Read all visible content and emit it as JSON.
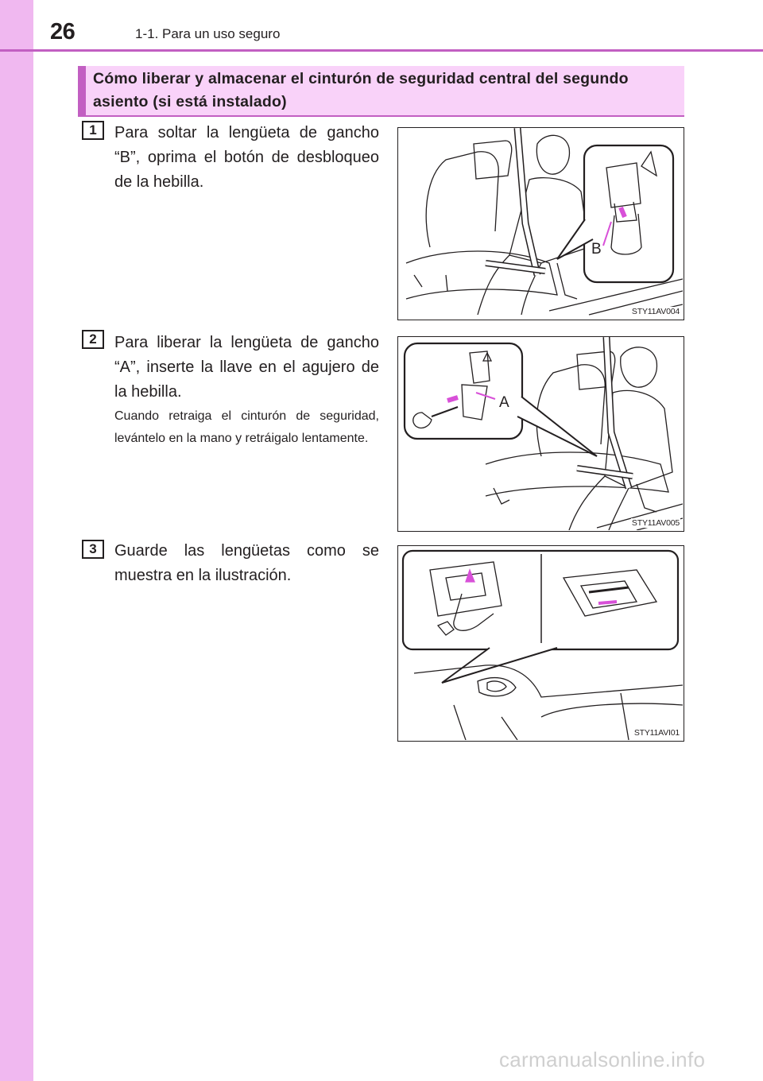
{
  "header": {
    "page_number": "26",
    "section_title": "1-1. Para un uso seguro"
  },
  "callout": {
    "title": "Cómo liberar y almacenar el cinturón de seguridad central del segundo asiento (si está instalado)"
  },
  "steps": [
    {
      "number": "1",
      "text": "Para soltar la lengüeta de gancho “B”, oprima el botón de desbloqueo de la hebilla.",
      "illustration": {
        "code": "STY11AV004",
        "label": "B"
      }
    },
    {
      "number": "2",
      "text": "Para liberar la lengüeta de gancho “A”, inserte la llave en el agujero de la hebilla.",
      "note": "Cuando retraiga el cinturón de seguridad, levántelo en la mano y retráigalo lentamente.",
      "illustration": {
        "code": "STY11AV005",
        "label": "A"
      }
    },
    {
      "number": "3",
      "text": "Guarde las lengüetas como se muestra en la ilustración.",
      "illustration": {
        "code": "STY11AVI01"
      }
    }
  ],
  "footer": {
    "watermark": "carmanualsonline.info"
  },
  "colors": {
    "accent": "#c25fc2",
    "band": "#f0b8f0",
    "callout_bg": "#f9d2f9",
    "arrow": "#d850d8"
  }
}
